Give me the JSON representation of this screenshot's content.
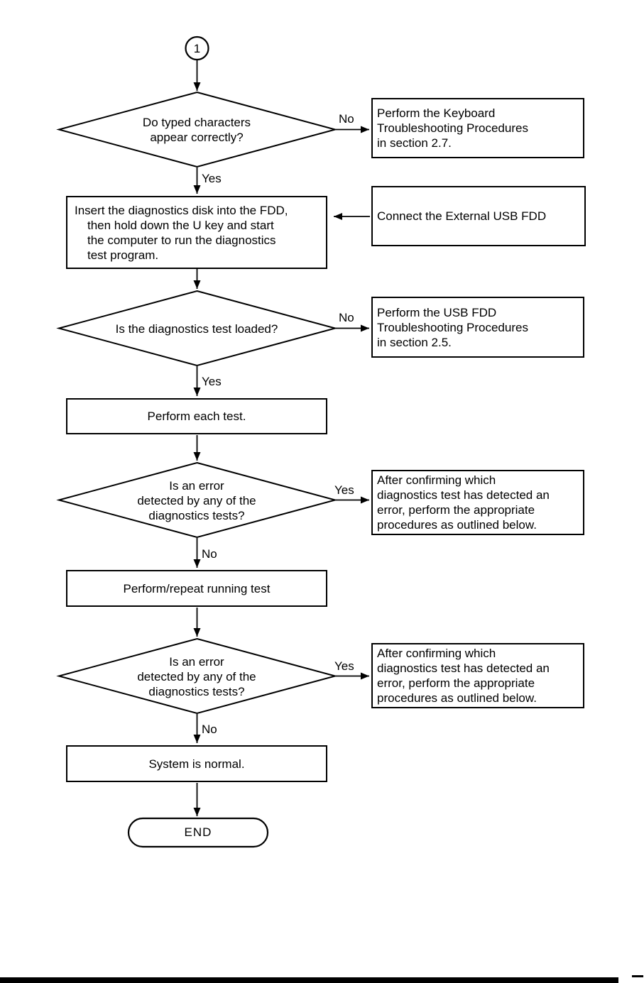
{
  "flow": {
    "connector": "1",
    "labels": {
      "yes": "Yes",
      "no": "No"
    },
    "decision_typed_characters": "Do typed characters\nappear correctly?",
    "action_keyboard_troubleshooting": "Perform the Keyboard\nTroubleshooting Procedures\nin section 2.7.",
    "process_insert_disk": "Insert the diagnostics disk into the FDD,\nthen hold down the U key and start\nthe computer to run the diagnostics\ntest program.",
    "action_connect_usb_fdd": "Connect the External USB FDD",
    "decision_test_loaded": "Is the diagnostics test loaded?",
    "action_usb_fdd_troubleshooting": "Perform the USB FDD\nTroubleshooting Procedures\nin section 2.5.",
    "process_perform_each_test": "Perform each test.",
    "decision_error_detected_1": "Is an error\ndetected by any of the\ndiagnostics tests?",
    "action_confirm_error_1": "After confirming which\ndiagnostics test has detected an\nerror, perform the appropriate\nprocedures as outlined below.",
    "process_repeat_test": "Perform/repeat running test",
    "decision_error_detected_2": "Is an error\ndetected by any of the\ndiagnostics tests?",
    "action_confirm_error_2": "After confirming which\ndiagnostics test has detected an\nerror, perform the appropriate\nprocedures as outlined below.",
    "process_system_normal": "System is normal.",
    "terminator_end": "END"
  },
  "colors": {
    "line": "#000000",
    "background": "#ffffff"
  }
}
